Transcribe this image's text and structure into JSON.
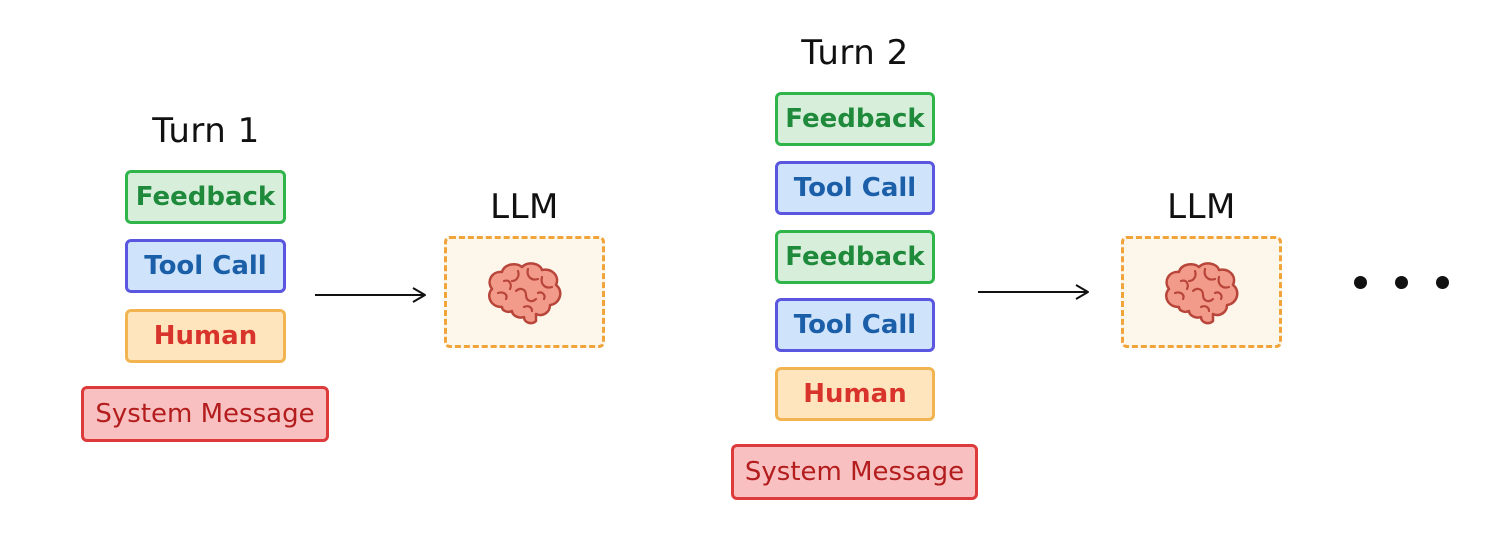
{
  "turn1": {
    "title": "Turn 1",
    "stack": [
      "Feedback",
      "Tool Call",
      "Human",
      "System Message"
    ],
    "llm_label": "LLM"
  },
  "turn2": {
    "title": "Turn 2",
    "stack": [
      "Feedback",
      "Tool Call",
      "Feedback",
      "Tool Call",
      "Human",
      "System Message"
    ],
    "llm_label": "LLM"
  },
  "colors": {
    "feedback": "#2fb54a",
    "tool_call": "#5a56e0",
    "human": "#f2b451",
    "system_message": "#dd3b3b",
    "llm_border": "#f0a43a"
  },
  "icons": {
    "llm": "brain-icon",
    "continuation": "ellipsis-icon"
  }
}
